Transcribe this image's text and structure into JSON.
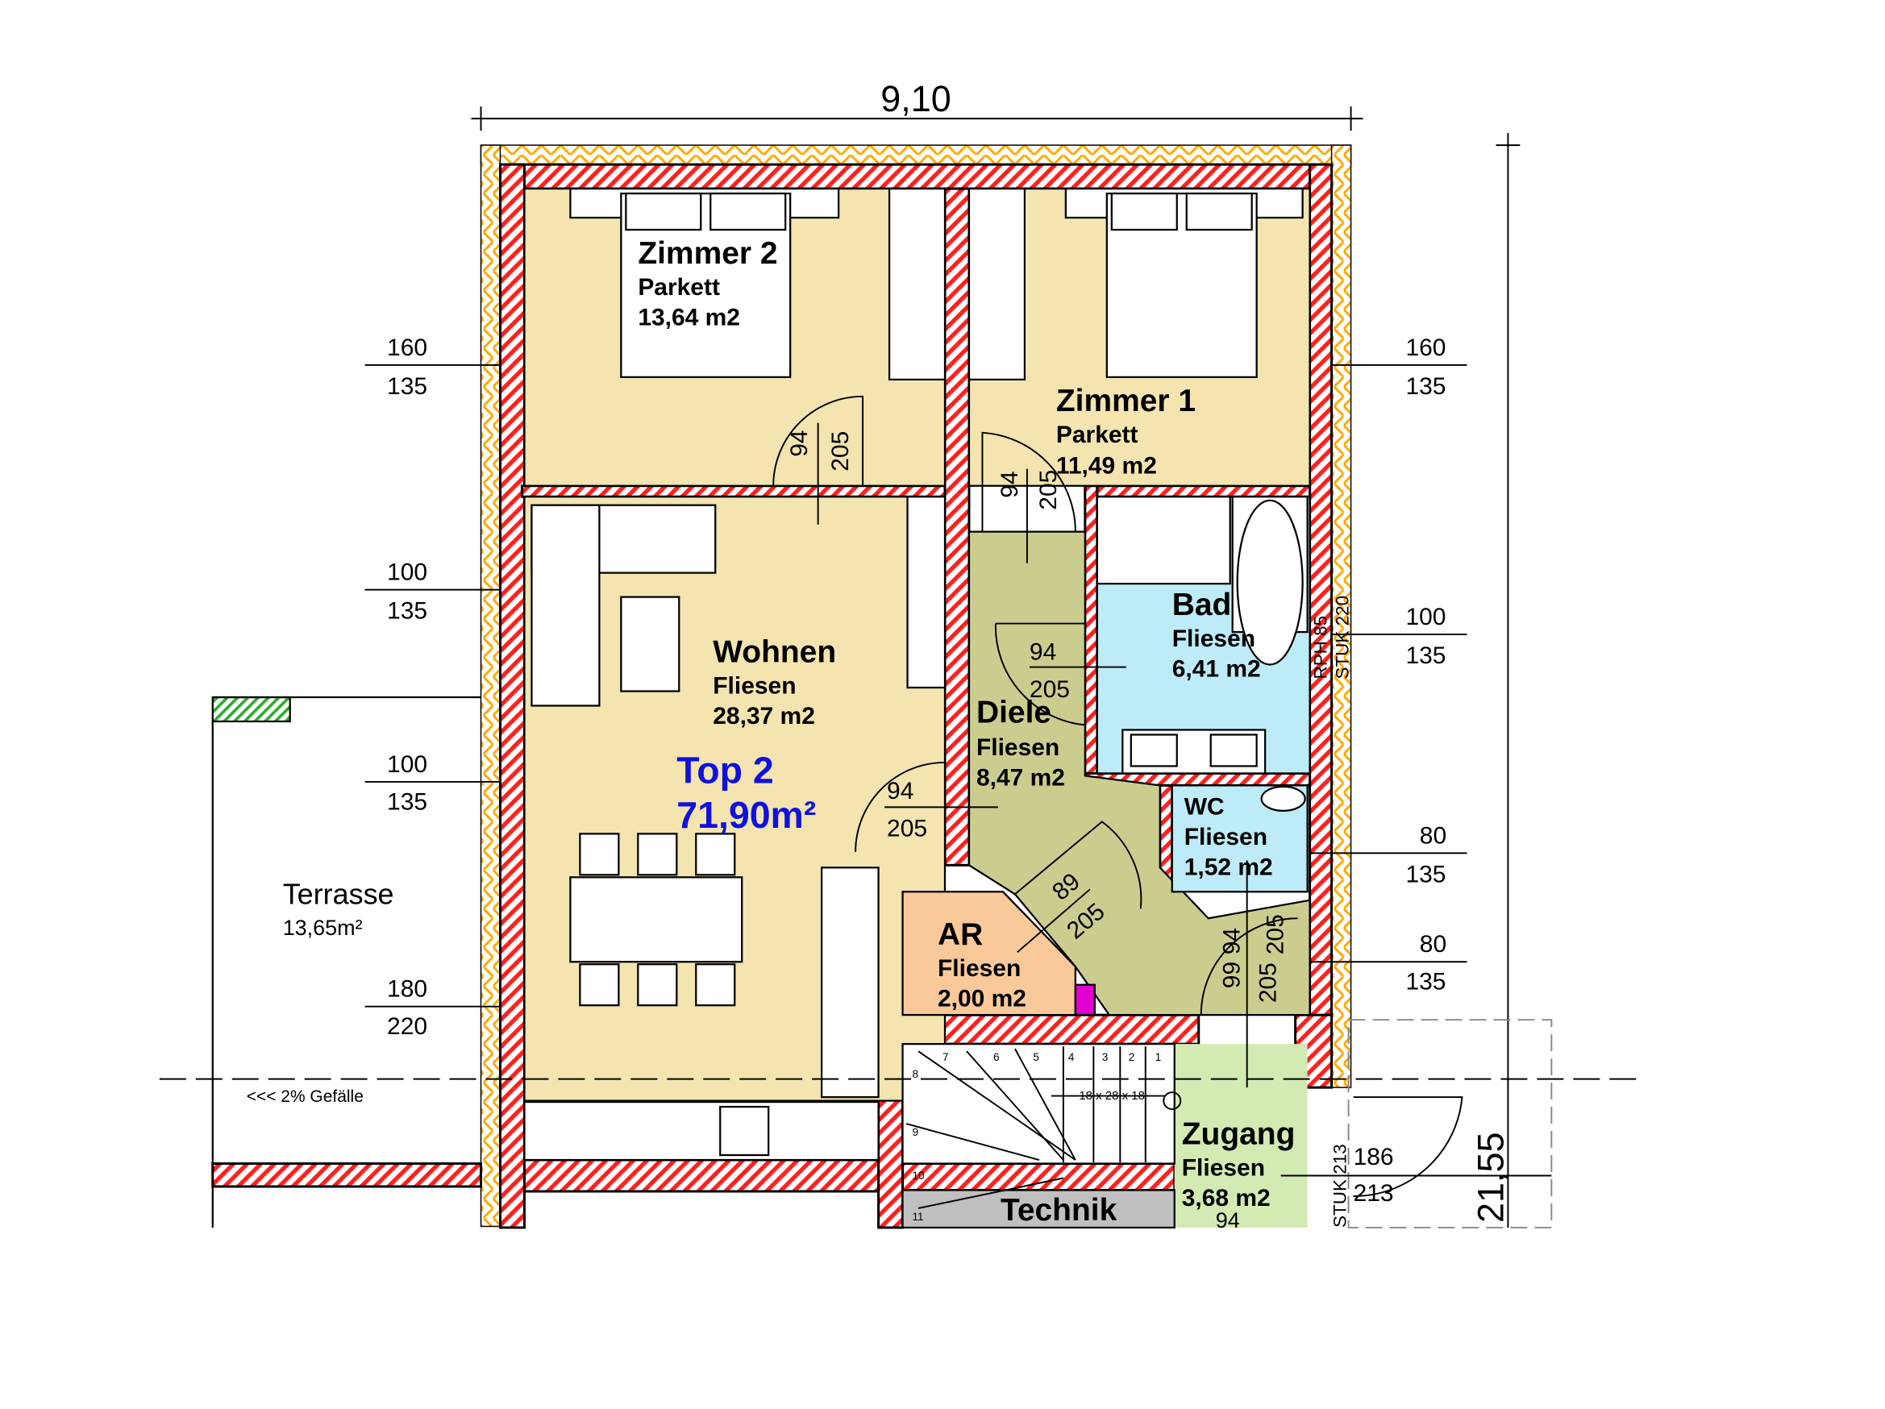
{
  "colors": {
    "wohn": "#f3e4b0",
    "diele": "#cbcd8f",
    "bad": "#bdebf7",
    "ar": "#f9c99a",
    "zugang": "#d3eab3",
    "technik": "#c0c0c0",
    "wall": "#ff2020",
    "insulation": "#ffaa00",
    "accent": "#1010e0",
    "magenta": "#e000d0"
  },
  "top": {
    "name": "Top 2",
    "area": "71,90m²"
  },
  "dims": {
    "width": "9,10",
    "height": "21,55"
  },
  "rooms": {
    "zimmer2": {
      "name": "Zimmer 2",
      "floor": "Parkett",
      "area": "13,64 m2"
    },
    "zimmer1": {
      "name": "Zimmer 1",
      "floor": "Parkett",
      "area": "11,49 m2"
    },
    "wohnen": {
      "name": "Wohnen",
      "floor": "Fliesen",
      "area": "28,37 m2"
    },
    "bad": {
      "name": "Bad",
      "floor": "Fliesen",
      "area": "6,41 m2"
    },
    "diele": {
      "name": "Diele",
      "floor": "Fliesen",
      "area": "8,47 m2"
    },
    "wc": {
      "name": "WC",
      "floor": "Fliesen",
      "area": "1,52 m2"
    },
    "ar": {
      "name": "AR",
      "floor": "Fliesen",
      "area": "2,00 m2"
    },
    "zugang": {
      "name": "Zugang",
      "floor": "Fliesen",
      "area": "3,68 m2"
    },
    "technik": {
      "name": "Technik"
    },
    "terrasse": {
      "name": "Terrasse",
      "area": "13,65m²"
    }
  },
  "terrace_note": "<<< 2% Gefälle",
  "stair": {
    "spec": "18 x 28 x 18",
    "steps": [
      "1",
      "2",
      "3",
      "4",
      "5",
      "6",
      "7",
      "8",
      "9",
      "10",
      "11"
    ]
  },
  "window_left": [
    [
      "160",
      "135"
    ],
    [
      "100",
      "135"
    ],
    [
      "100",
      "135"
    ],
    [
      "180",
      "220"
    ]
  ],
  "window_right": [
    [
      "160",
      "135"
    ],
    [
      "100",
      "135"
    ],
    [
      "80",
      "135"
    ],
    [
      "80",
      "135"
    ]
  ],
  "doors": [
    [
      "94",
      "205"
    ],
    [
      "94",
      "205"
    ],
    [
      "94",
      "205"
    ],
    [
      "94",
      "205"
    ],
    [
      "89",
      "205"
    ],
    [
      "99",
      "94",
      "205",
      "205"
    ]
  ],
  "bath_labels": {
    "rph": "RPH 85",
    "stuk": "STUK 220"
  },
  "entry_labels": {
    "stuk": "STUK 213",
    "a": "186",
    "b": "213",
    "c": "94"
  }
}
